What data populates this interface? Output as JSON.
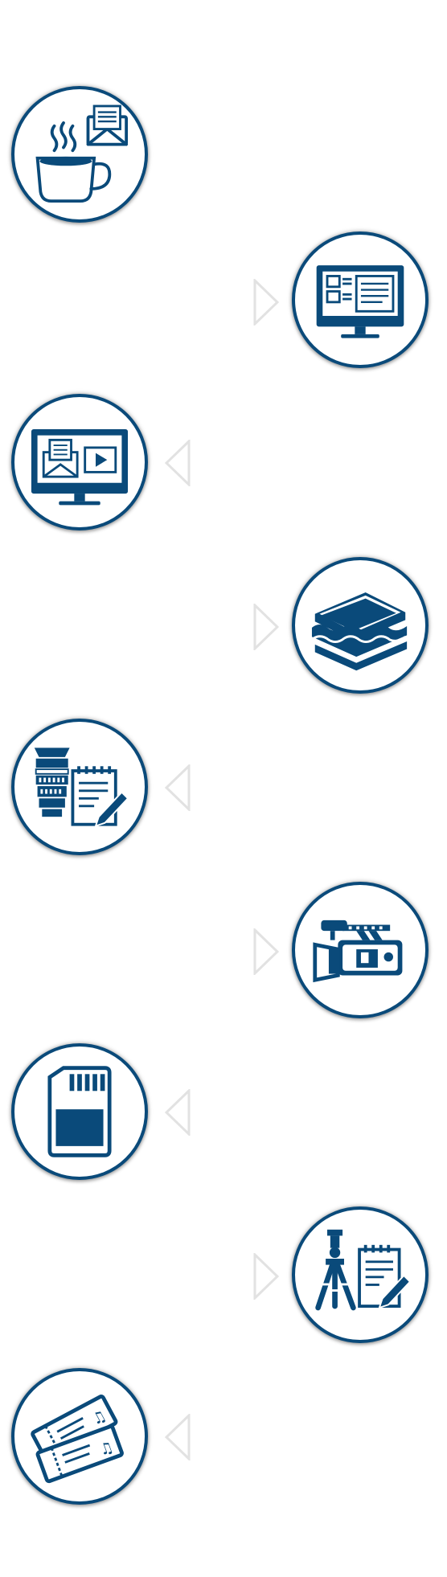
{
  "colors": {
    "ring": "#0a4a7a",
    "icon": "#0a4a7a",
    "arrow": "#e2e2e2"
  },
  "timeline": [
    {
      "icon": "coffee-and-email-icon",
      "side": "left"
    },
    {
      "icon": "monitor-layout-icon",
      "side": "right"
    },
    {
      "icon": "monitor-email-video-icon",
      "side": "left"
    },
    {
      "icon": "sandwich-icon",
      "side": "right"
    },
    {
      "icon": "lens-and-notepad-icon",
      "side": "left"
    },
    {
      "icon": "video-camera-icon",
      "side": "right"
    },
    {
      "icon": "memory-card-icon",
      "side": "left"
    },
    {
      "icon": "tripod-and-notepad-icon",
      "side": "right"
    },
    {
      "icon": "concert-tickets-icon",
      "side": "left"
    }
  ]
}
